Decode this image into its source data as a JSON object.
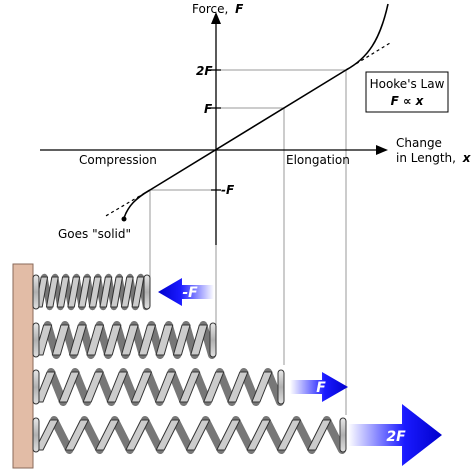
{
  "axes": {
    "force_label": "Force,",
    "force_symbol": "F",
    "x_label_line1": "Change",
    "x_label_line2": "in Length,",
    "x_symbol": "x",
    "compression_label": "Compression",
    "elongation_label": "Elongation"
  },
  "ticks": {
    "two_f": "2F",
    "f": "F",
    "neg_f": "-F"
  },
  "law_box": {
    "title": "Hooke's Law",
    "formula": "F ∝ x"
  },
  "annotation": {
    "goes_solid": "Goes \"solid\""
  },
  "arrows": [
    {
      "label": "-F",
      "direction": "left"
    },
    {
      "label": "F",
      "direction": "right"
    },
    {
      "label": "2F",
      "direction": "right"
    }
  ],
  "springs": [
    {
      "state": "compressed"
    },
    {
      "state": "rest"
    },
    {
      "state": "stretched"
    },
    {
      "state": "very-stretched"
    }
  ],
  "colors": {
    "wall": "#e2bca6",
    "arrow_dark": "#1a1aff",
    "arrow_light": "#ffffff",
    "coil": "#cccccc",
    "coil_stroke": "#333333",
    "guide": "#999999"
  }
}
